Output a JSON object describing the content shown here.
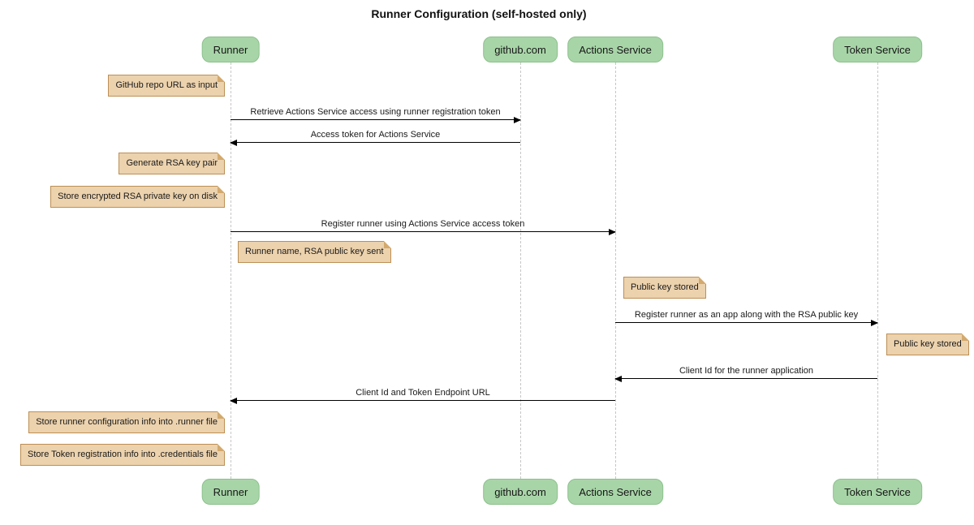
{
  "title": "Runner Configuration (self-hosted only)",
  "colors": {
    "participant_fill": "#a8d5a8",
    "participant_border": "#8cc08c",
    "note_fill": "#ecd2ad",
    "note_border": "#bd8f55",
    "lifeline": "#c6c6c6",
    "arrow": "#000000",
    "background": "#ffffff"
  },
  "participants": [
    {
      "id": "runner",
      "label": "Runner"
    },
    {
      "id": "github",
      "label": "github.com"
    },
    {
      "id": "actions_service",
      "label": "Actions Service"
    },
    {
      "id": "token_service",
      "label": "Token Service"
    }
  ],
  "messages": [
    {
      "from": "Runner",
      "to": "github.com",
      "label": "Retrieve Actions Service access using runner registration token"
    },
    {
      "from": "github.com",
      "to": "Runner",
      "label": "Access token for Actions Service"
    },
    {
      "from": "Runner",
      "to": "Actions Service",
      "label": "Register runner using Actions Service access token"
    },
    {
      "from": "Actions Service",
      "to": "Token Service",
      "label": "Register runner as an app along with the RSA public key"
    },
    {
      "from": "Token Service",
      "to": "Actions Service",
      "label": "Client Id for the runner application"
    },
    {
      "from": "Actions Service",
      "to": "Runner",
      "label": "Client Id and Token Endpoint URL"
    }
  ],
  "notes": [
    {
      "anchor": "Runner",
      "side": "left",
      "label": "GitHub repo URL as input"
    },
    {
      "anchor": "Runner",
      "side": "left",
      "label": "Generate RSA key pair"
    },
    {
      "anchor": "Runner",
      "side": "left",
      "label": "Store encrypted RSA private key on disk"
    },
    {
      "anchor": "Runner",
      "side": "right",
      "label": "Runner name, RSA public key sent"
    },
    {
      "anchor": "Actions Service",
      "side": "right",
      "label": "Public key stored"
    },
    {
      "anchor": "Token Service",
      "side": "right",
      "label": "Public key stored"
    },
    {
      "anchor": "Runner",
      "side": "left",
      "label": "Store runner configuration info into .runner file"
    },
    {
      "anchor": "Runner",
      "side": "left",
      "label": "Store Token registration info into .credentials file"
    }
  ]
}
